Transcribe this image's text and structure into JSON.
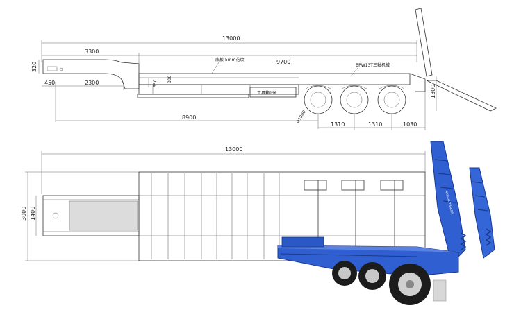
{
  "side_view": {
    "dimensions": {
      "overall_length": "13000",
      "front_deck_length": "3300",
      "main_deck_length": "9700",
      "gooseneck_height": "320",
      "front_overhang": "450",
      "kingpin_offset": "2300",
      "deck_thickness": "300",
      "deck_height": "550",
      "axle_position": "8900",
      "axle_spacing_1": "1310",
      "axle_spacing_2": "1310",
      "rear_overhang": "1030",
      "rear_height": "1300",
      "wheel_diameter": "Φ1080"
    },
    "notes": {
      "deck_plate": "底板 5mm花纹",
      "toolbox": "工具箱1米",
      "suspension": "BPW13T三轴机械"
    }
  },
  "top_view": {
    "dimensions": {
      "overall_length": "13000",
      "overall_width": "3000",
      "neck_width": "1400"
    }
  },
  "photo": {
    "brand_text": "MANUAL TRAILER",
    "body_color": "#2f5fd0"
  }
}
